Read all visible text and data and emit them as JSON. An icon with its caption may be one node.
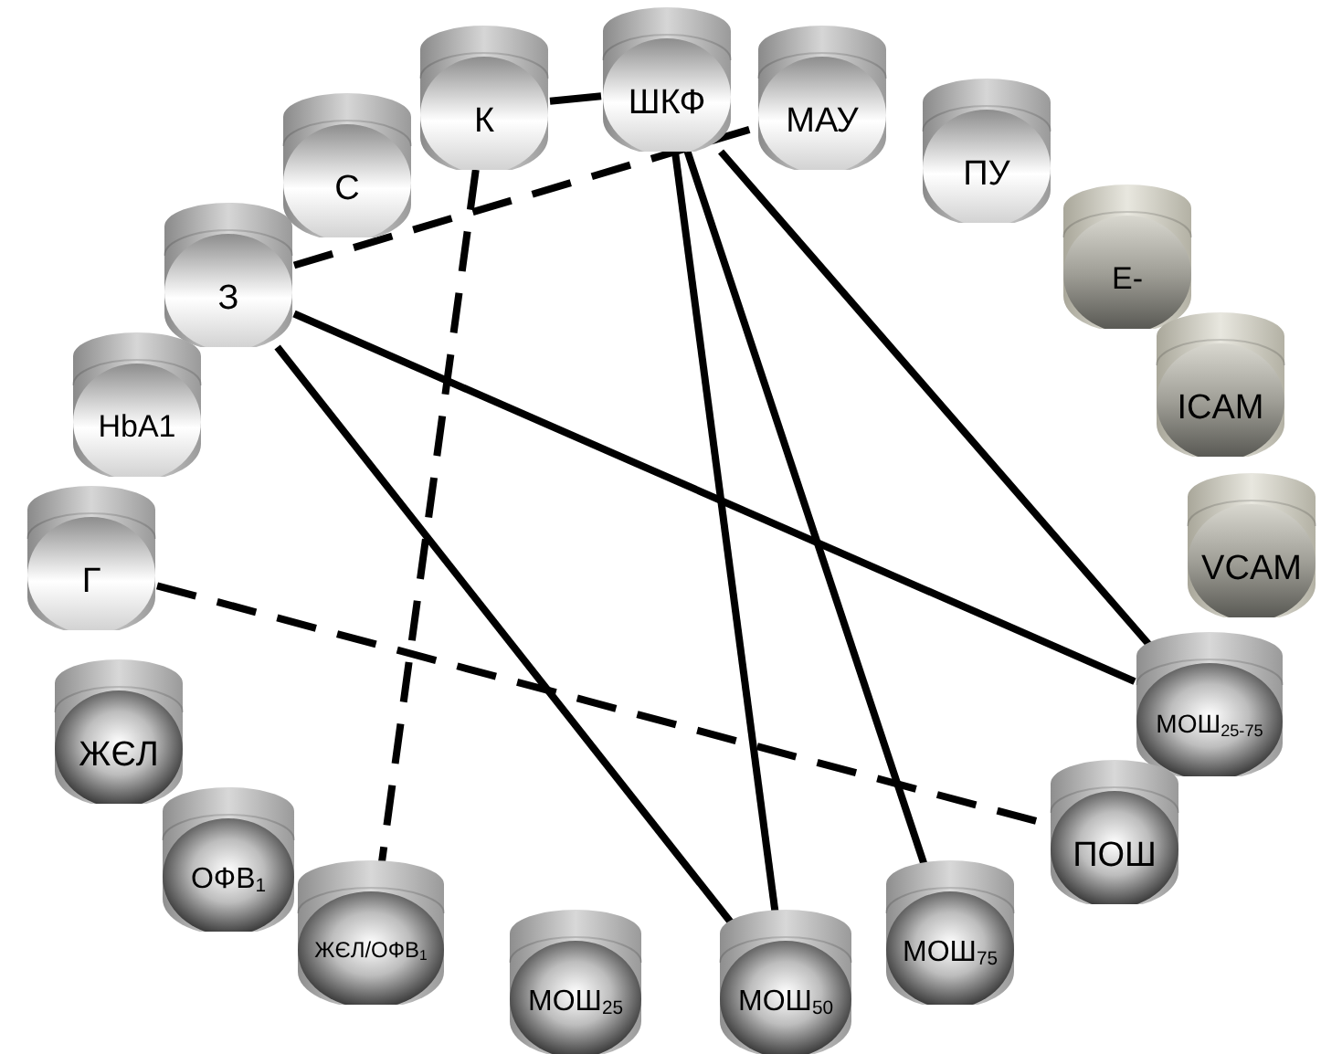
{
  "diagram": {
    "nodes": [
      {
        "text": [
          "К"
        ]
      },
      {
        "text": [
          "ШКФ"
        ]
      },
      {
        "text": [
          "МАУ"
        ]
      },
      {
        "text": [
          "ПУ"
        ]
      },
      {
        "text": [
          "E-"
        ]
      },
      {
        "text": [
          "ICAM"
        ]
      },
      {
        "text": [
          "VCAM"
        ]
      },
      {
        "text": [
          "МОШ$_{25-75}$"
        ]
      },
      {
        "text": [
          "ПОШ"
        ]
      },
      {
        "text": [
          "МОШ$_{75}$"
        ]
      },
      {
        "text": [
          "МОШ$_{50}$"
        ]
      },
      {
        "text": [
          "МОШ$_{25}$"
        ]
      },
      {
        "text": [
          "ЖЄЛ/ОФВ$_{1}$"
        ]
      },
      {
        "text": [
          "ОФВ$_{1}$"
        ]
      },
      {
        "text": [
          "ЖЄЛ"
        ]
      },
      {
        "text": [
          "Г"
        ]
      },
      {
        "text": [
          "HbA1"
        ]
      },
      {
        "text": [
          "З"
        ]
      },
      {
        "text": [
          "С"
        ]
      }
    ],
    "edges": [
      {
        "from": 0,
        "to": 1,
        "arrow": "none"
      },
      {
        "from": 0,
        "to": 12,
        "arrow": "none",
        "style": "dashed"
      },
      {
        "from": 17,
        "to": 2,
        "arrow": "none",
        "style": "dashed"
      },
      {
        "from": 17,
        "to": 7,
        "arrow": "none"
      },
      {
        "from": 17,
        "to": 10,
        "arrow": "none"
      },
      {
        "from": 1,
        "to": 10,
        "arrow": "none"
      },
      {
        "from": 1,
        "to": 9,
        "arrow": "none"
      },
      {
        "from": 1,
        "to": 7,
        "arrow": "none"
      },
      {
        "from": 15,
        "to": 8,
        "arrow": "none",
        "style": "dashed"
      }
    ]
  }
}
